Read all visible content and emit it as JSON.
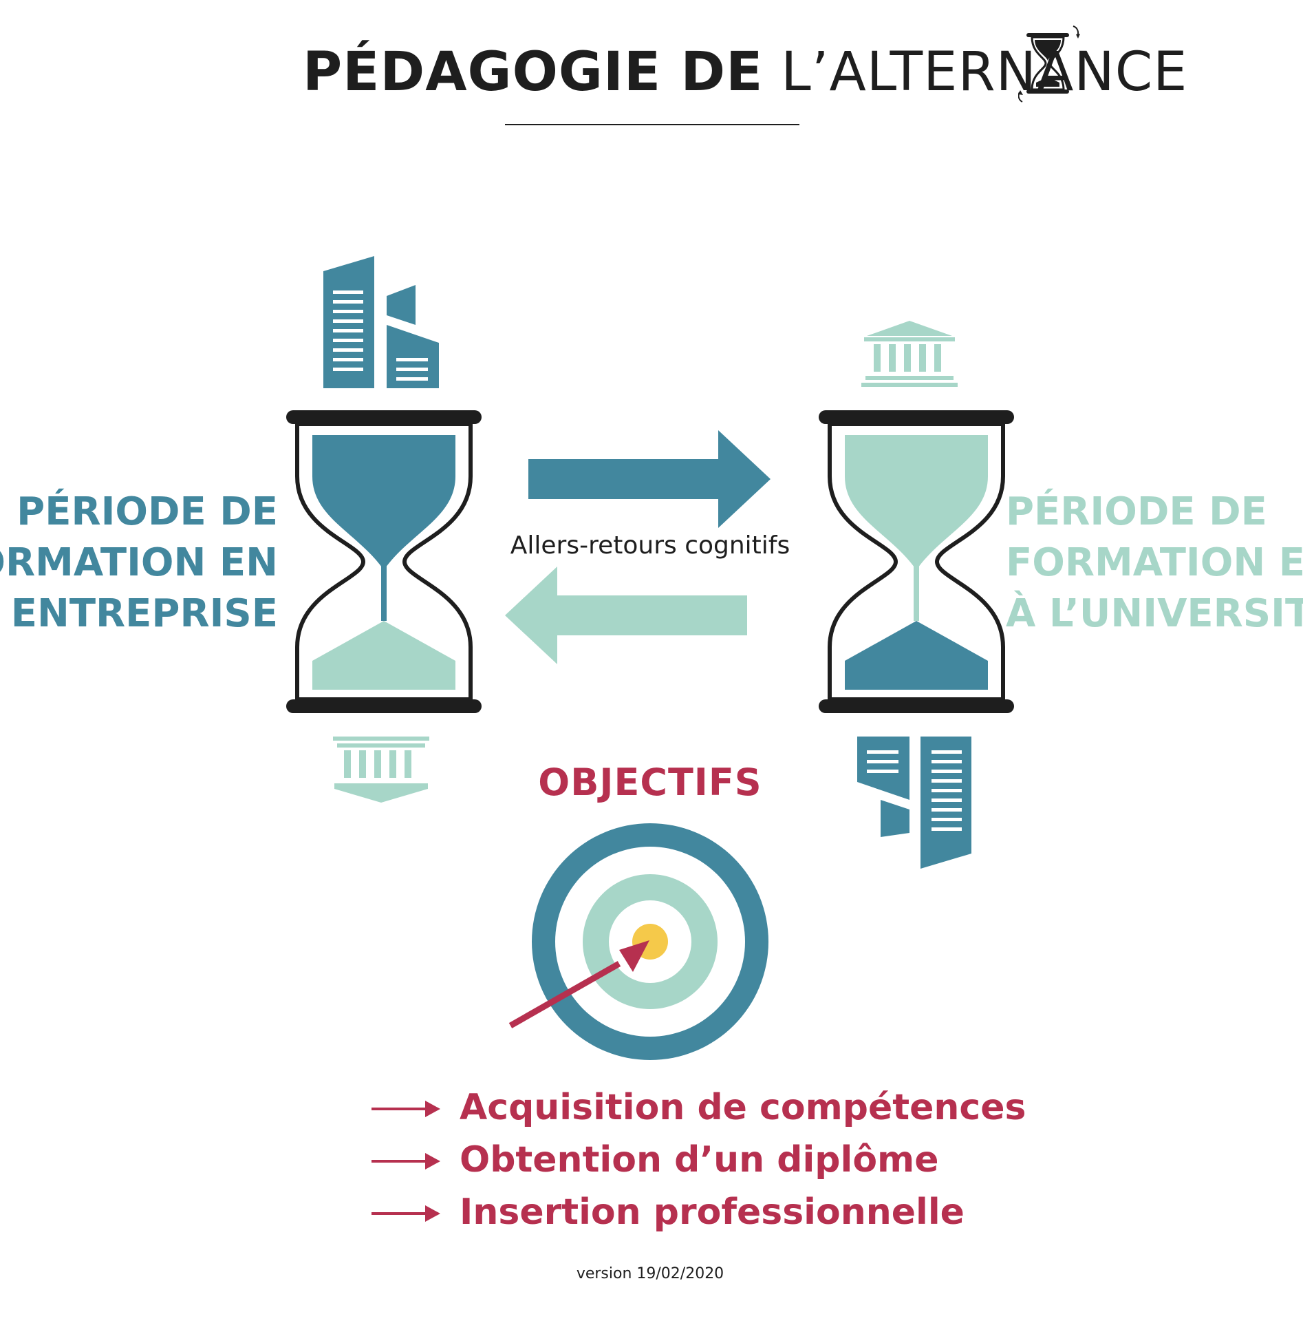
{
  "header": {
    "title_bold": "PÉDAGOGIE DE",
    "title_light": "L’ALTERNANCE",
    "icon": "hourglass-rotate-icon"
  },
  "left_period": {
    "lines": [
      "PÉRIODE DE",
      "FORMATION EN",
      "ENTREPRISE"
    ],
    "color": "#42879e",
    "top_icon": "office-buildings-icon",
    "bottom_icon": "university-building-icon"
  },
  "right_period": {
    "lines": [
      "PÉRIODE DE",
      "FORMATION EN",
      "À L’UNIVERSITÉ"
    ],
    "color": "#a7d6c8",
    "top_icon": "university-building-icon",
    "bottom_icon": "office-buildings-icon"
  },
  "exchange": {
    "caption": "Allers-retours cognitifs",
    "forward_arrow_color": "#42879e",
    "back_arrow_color": "#a7d6c8"
  },
  "objectives": {
    "title": "OBJECTIFS",
    "icon": "target-icon",
    "items": [
      "Acquisition de compétences",
      "Obtention d’un diplôme",
      "Insertion professionnelle"
    ],
    "color": "#b6304f"
  },
  "footer": {
    "version": "version 19/02/2020"
  },
  "colors": {
    "teal_dark": "#42879e",
    "teal_light": "#a7d6c8",
    "crimson": "#b6304f",
    "yellow": "#f5c94a",
    "ink": "#1e1e1e"
  }
}
